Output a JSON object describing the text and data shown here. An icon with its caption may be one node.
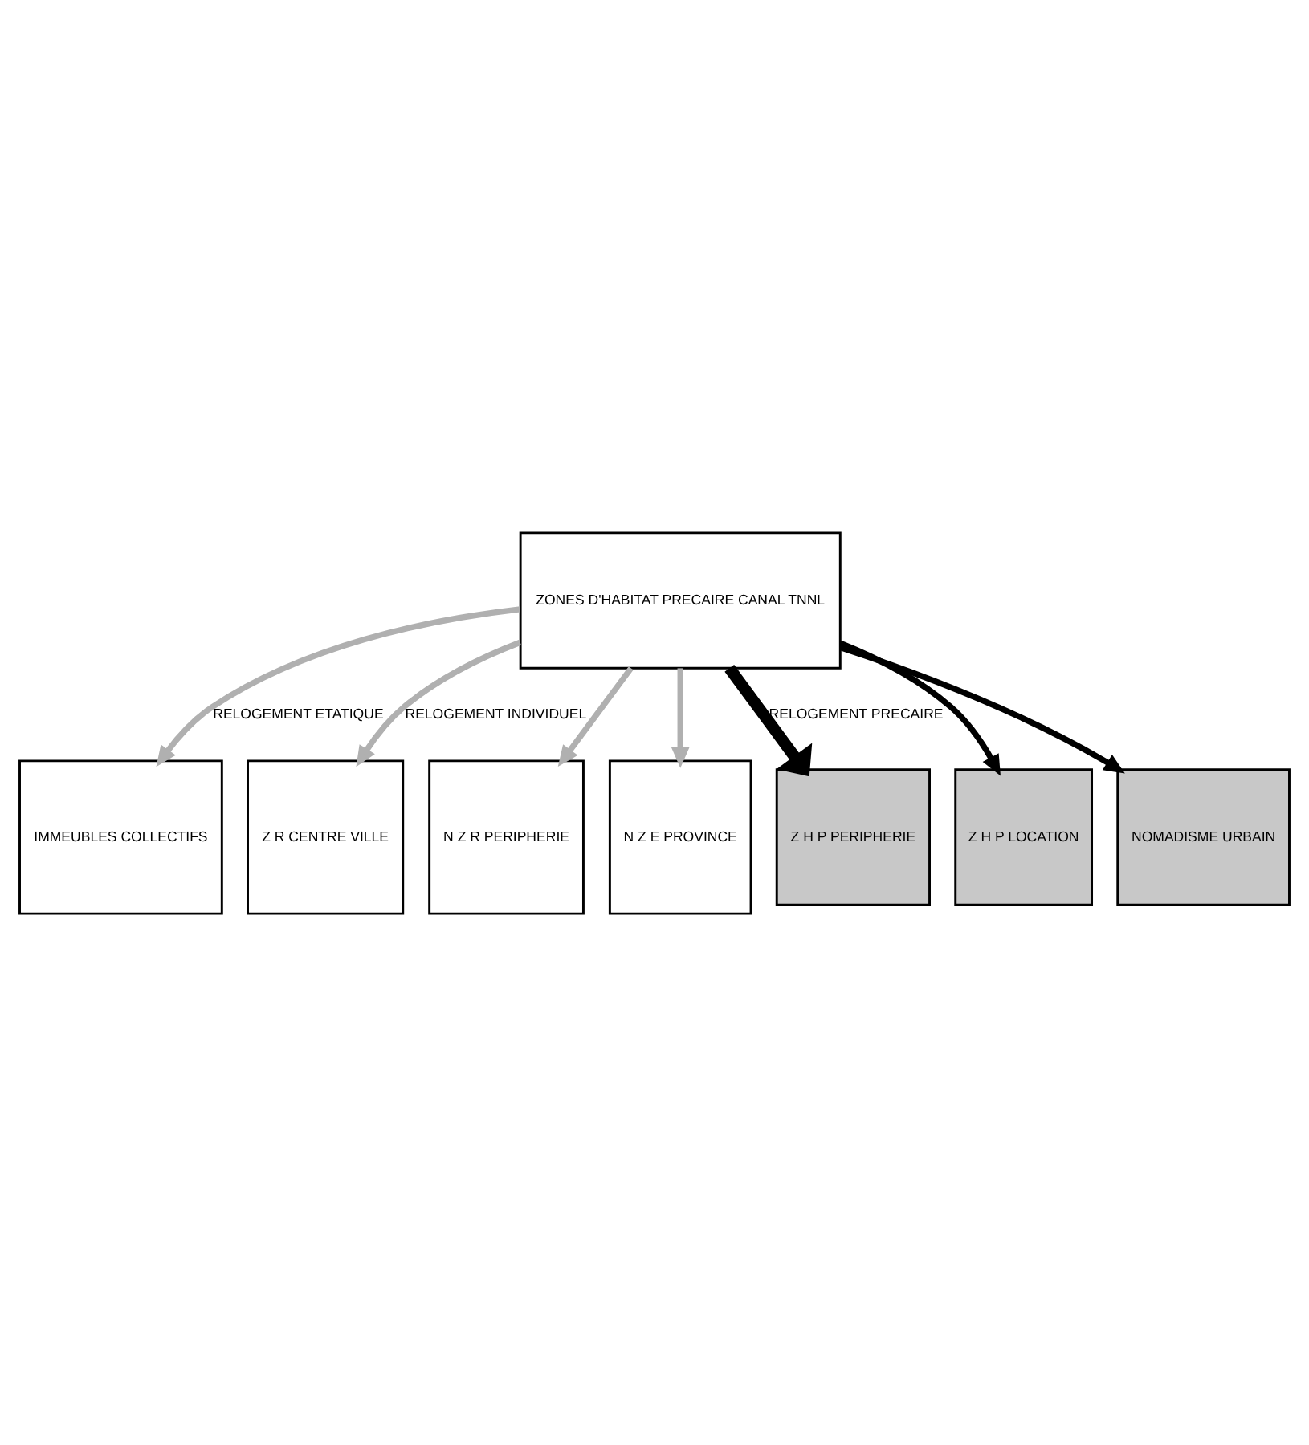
{
  "diagram": {
    "nodes": [
      {
        "text": [
          "ZONES D'HABITAT PRECAIRE CANAL TNNL"
        ]
      },
      {
        "text": [
          "IMMEUBLES COLLECTIFS"
        ]
      },
      {
        "text": [
          "Z R CENTRE VILLE"
        ]
      },
      {
        "text": [
          "N Z R PERIPHERIE"
        ]
      },
      {
        "text": [
          "N Z E PROVINCE"
        ]
      },
      {
        "text": [
          "Z H P PERIPHERIE"
        ]
      },
      {
        "text": [
          "Z H P LOCATION"
        ]
      },
      {
        "text": [
          "NOMADISME URBAIN"
        ]
      }
    ],
    "edges": [
      {
        "from": 0,
        "to": 1,
        "arrow": "to",
        "label": "RELOGEMENT ETATIQUE"
      },
      {
        "from": 0,
        "to": 2,
        "arrow": "to",
        "label": "RELOGEMENT INDIVIDUEL"
      },
      {
        "from": 0,
        "to": 3,
        "arrow": "to"
      },
      {
        "from": 0,
        "to": 4,
        "arrow": "to"
      },
      {
        "from": 0,
        "to": 5,
        "arrow": "to",
        "style": "thick",
        "color": "#000000",
        "label": "RELOGEMENT PRECAIRE"
      },
      {
        "from": 0,
        "to": 6,
        "arrow": "to",
        "color": "#000000"
      },
      {
        "from": 0,
        "to": 7,
        "arrow": "to",
        "color": "#000000"
      }
    ]
  }
}
